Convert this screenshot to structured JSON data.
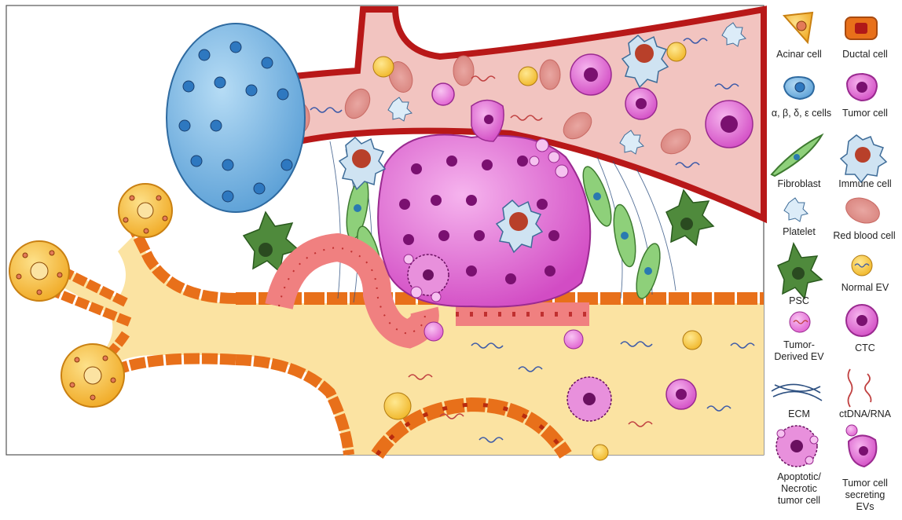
{
  "legend": {
    "acinar_cell": "Acinar cell",
    "ductal_cell": "Ductal cell",
    "islet_cells": "α, β, δ, ε cells",
    "tumor_cell": "Tumor cell",
    "fibroblast": "Fibroblast",
    "immune_cell": "Immune cell",
    "platelet": "Platelet",
    "red_blood_cell": "Red blood cell",
    "psc": "PSC",
    "normal_ev": "Normal EV",
    "tumor_derived_ev": "Tumor-\nDerived EV",
    "ctc": "CTC",
    "ecm": "ECM",
    "ctdna_rna": "ctDNA/RNA",
    "apoptotic_cell": "Apoptotic/\nNecrotic\ntumor cell",
    "secreting_cell": "Tumor cell\nsecreting\nEVs"
  },
  "colors": {
    "vessel_fill": "#f2c4c0",
    "vessel_wall": "#b81818",
    "duct_fill": "#fbe3a2",
    "duct_wall": "#e8701a",
    "acinar": "#f7c24a",
    "islet": "#6aaee0",
    "tumor": "#e070d0",
    "fibroblast": "#8ed07a",
    "psc": "#4f8a3c",
    "epithelial_red": "#f08080"
  }
}
